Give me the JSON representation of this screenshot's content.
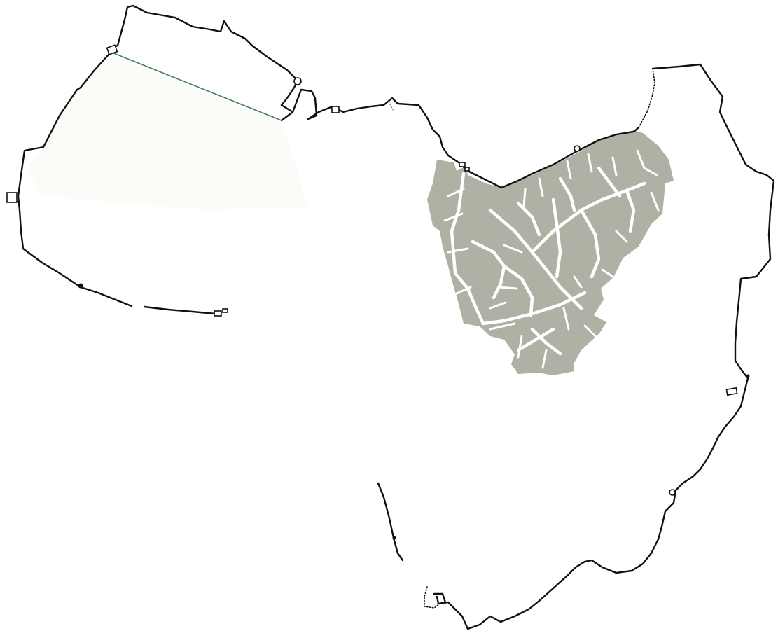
{
  "map": {
    "colors": {
      "background": "#ffffff",
      "wall": "#111111",
      "built_area": "#b0b0a5",
      "street": "#ffffff",
      "faint_area": "#fbfbf8",
      "wall_segment_accent": "#4a7a6a",
      "dotted_accent": "#6fa89a"
    },
    "layers": [
      "city-wall",
      "wall-towers",
      "built-area",
      "streets"
    ]
  }
}
